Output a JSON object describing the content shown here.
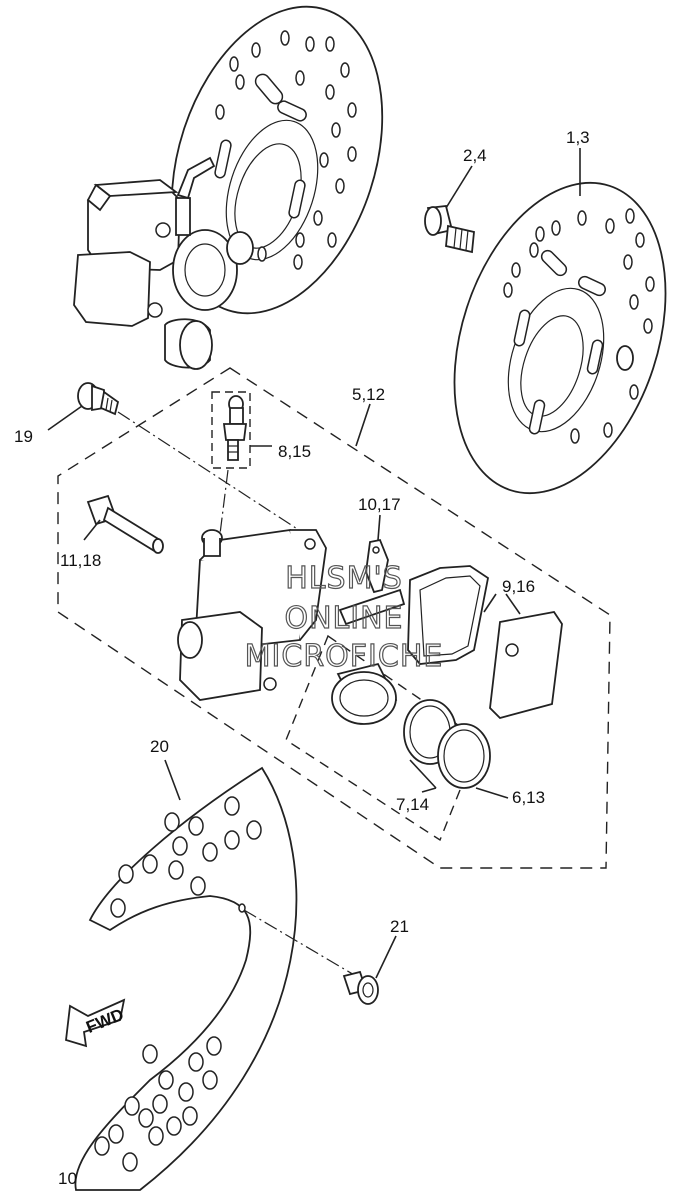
{
  "callouts": {
    "c1_3": "1,3",
    "c2_4": "2,4",
    "c5_12": "5,12",
    "c6_13": "6,13",
    "c7_14": "7,14",
    "c8_15": "8,15",
    "c9_16": "9,16",
    "c10_17": "10,17",
    "c11_18": "11,18",
    "c19": "19",
    "c20": "20",
    "c21": "21",
    "page_number": "10"
  },
  "direction_arrow": {
    "label": "FWD"
  },
  "watermark": {
    "line1": "HLSM'S",
    "line2": "ONLINE",
    "line3": "MICROFICHE"
  },
  "colors": {
    "line": "#222222",
    "background": "#ffffff",
    "watermark": "#555555"
  }
}
